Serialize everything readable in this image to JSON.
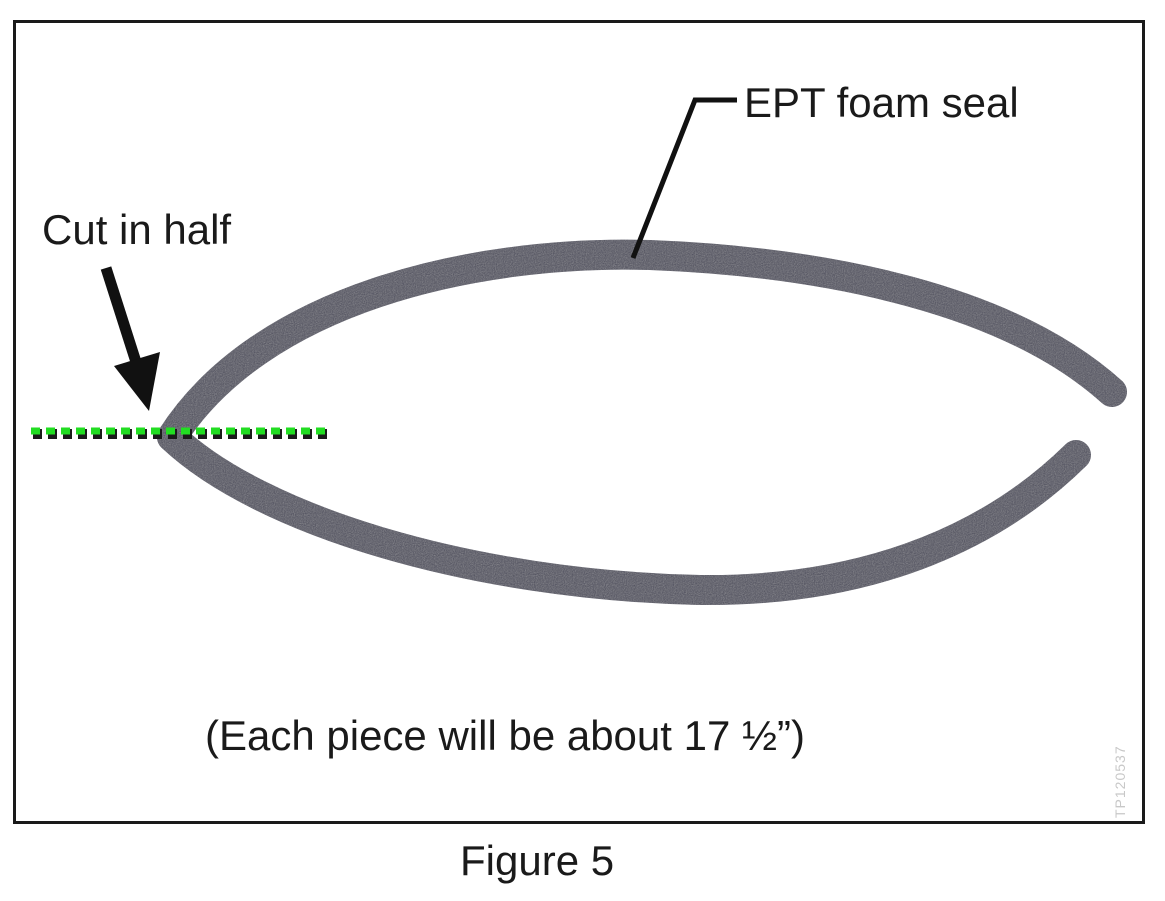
{
  "figure": {
    "caption": "Figure 5",
    "seal_label": "EPT foam seal",
    "cut_label": "Cut in half",
    "note": "(Each piece will be about 17 ½”)",
    "image_id": "TP120537"
  },
  "colors": {
    "seal": "#4b4b5c",
    "cut_line": "#22dd22",
    "cut_line_dark": "#1a1a1a",
    "leader": "#111111",
    "frame": "#1a1a1a"
  },
  "icons": {
    "cut_arrow": "down-right-arrow-icon"
  }
}
